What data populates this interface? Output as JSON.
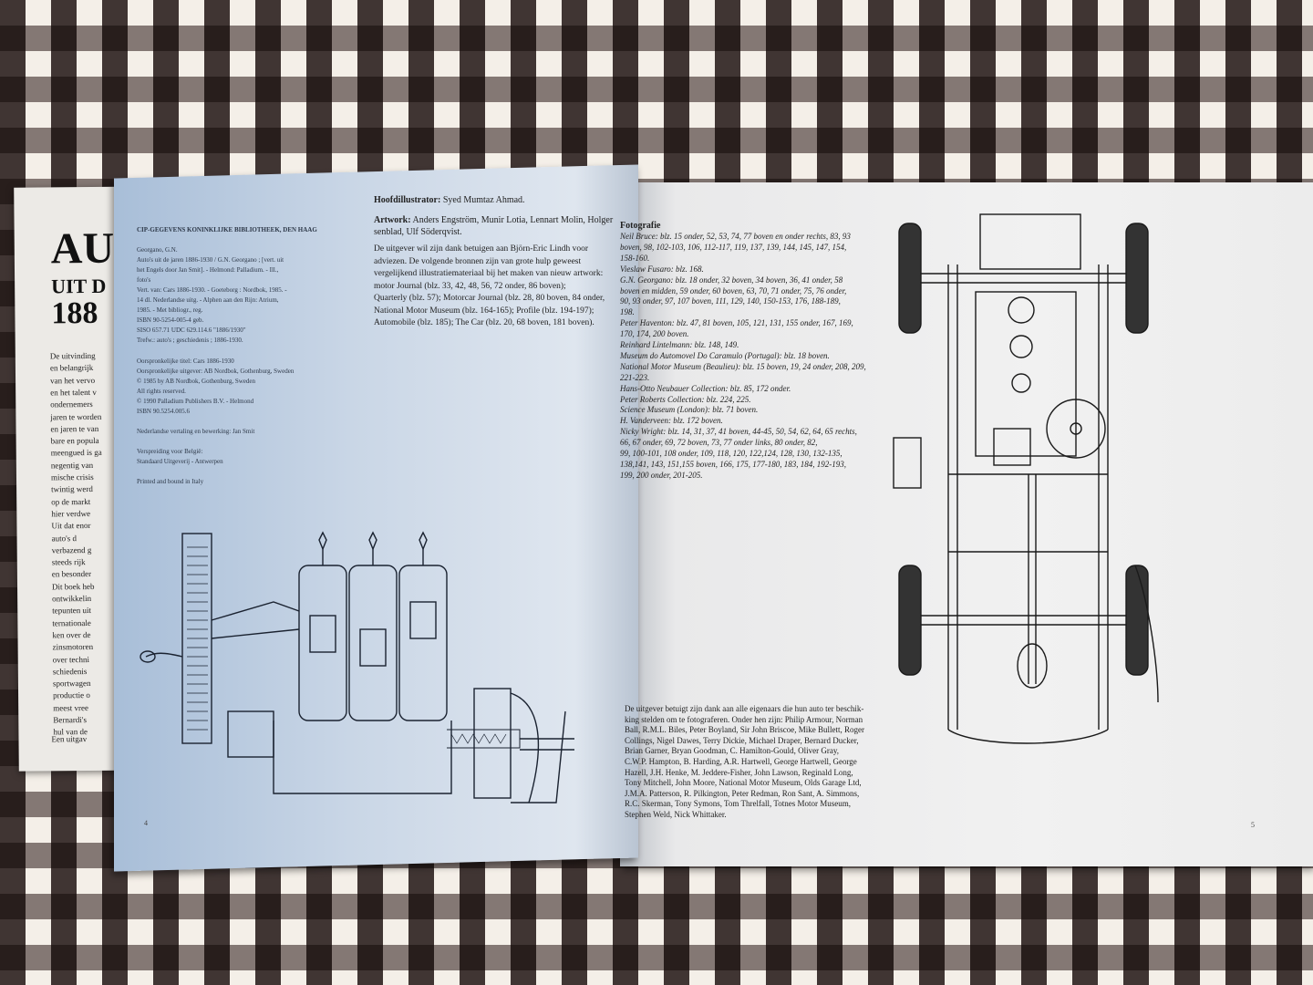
{
  "back_cover": {
    "title_line1": "AU",
    "title_line2": "UIT D",
    "title_line3": "188",
    "body_lines": [
      "De uitvinding",
      "en belangrijk",
      "van het vervo",
      "en het talent v",
      "ondernemers",
      "jaren te worden",
      "en jaren te van",
      "bare en popula",
      "meengued is ga",
      "negentig van",
      "mische crisis",
      "twintig werd",
      "op de markt",
      "hier verdwe",
      "Uit dat enor",
      "auto's d",
      "verbazend g",
      "steeds rijk",
      "en besonder",
      "Dit boek heb",
      "ontwikkelin",
      "tepunten uit",
      "ternationale",
      "ken over de",
      "zinsmotoren",
      "over techni",
      "schiedenis",
      "sportwagen",
      "productie o",
      "meest vree",
      "Bernardi's",
      "hul van de"
    ],
    "footer": "Een uitgav"
  },
  "left_page": {
    "cip_title": "CIP-GEGEVENS KONINKLIJKE BIBLIOTHEEK, DEN HAAG",
    "cip_lines": [
      "Georgano, G.N.",
      "Auto's uit de jaren 1886-1930 / G.N. Georgano ; [vert. uit",
      "het Engels door Jan Smit]. - Helmond: Palladium. - Ill.,",
      "foto's",
      "Vert. van: Cars 1886-1930. - Goeteborg : Nordbok, 1985. -",
      "14 dl. Nederlandse uitg. - Alphen aan den Rijn: Atrium,",
      "1985. - Met bibliogr., reg.",
      "ISBN 90-5254-005-4 geb.",
      "SISO 657.71 UDC 629.114.6 \"1886/1930\"",
      "Trefw.: auto's ; geschiedenis ; 1886-1930."
    ],
    "imprint_lines": [
      "Oorspronkelijke titel: Cars 1886-1930",
      "Oorspronkelijke uitgever: AB Nordbok, Gothenburg, Sweden",
      "© 1985 by AB Nordbok, Gothenburg, Sweden",
      "All rights reserved.",
      "© 1990 Palladium Publishers B.V. - Helmond",
      "ISBN 90.5254.005.6",
      "",
      "Nederlandse vertaling en bewerking: Jan Smit",
      "",
      "Verspreiding voor België:",
      "Standaard Uitgeverij - Antwerpen",
      "",
      "Printed and bound in Italy"
    ],
    "page_number": "4"
  },
  "center_column": {
    "hoofdillustrator_label": "Hoofdillustrator:",
    "hoofdillustrator_value": "Syed Mumtaz Ahmad.",
    "artwork_label": "Artwork:",
    "artwork_lines": [
      "Anders Engström, Munir Lotia, Lennart Molin, Holger",
      "senblad, Ulf Söderqvist."
    ],
    "thanks_lines": [
      "De uitgever wil zijn dank betuigen aan Björn-Eric Lindh voor",
      "adviezen. De volgende bronnen zijn van grote hulp geweest",
      "vergelijkend illustratiemateriaal bij het maken van nieuw artwork:",
      "motor Journal (blz. 33, 42, 48, 56, 72 onder, 86 boven);",
      "Quarterly (blz. 57); Motorcar Journal (blz. 28, 80 boven, 84 onder,",
      "National Motor Museum (blz. 164-165); Profile (blz. 194-197);",
      "Automobile (blz. 185); The Car (blz. 20, 68 boven, 181 boven)."
    ]
  },
  "right_page": {
    "fotografie_label": "Fotografie",
    "fotografie_lines": [
      "Neil Bruce: blz. 15 onder, 52, 53, 74, 77 boven en onder rechts, 83, 93",
      "boven, 98, 102-103, 106, 112-117, 119, 137, 139, 144, 145, 147, 154,",
      "158-160.",
      "Vieslaw Fusaro: blz. 168.",
      "G.N. Georgano: blz. 18 onder, 32 boven, 34 boven, 36, 41 onder, 58",
      "boven en midden, 59 onder, 60 boven, 63, 70, 71 onder, 75, 76 onder,",
      "90, 93 onder, 97, 107 boven, 111, 129, 140, 150-153, 176, 188-189,",
      "198.",
      "Peter Haventon: blz. 47, 81 boven, 105, 121, 131, 155 onder, 167, 169,",
      "170, 174, 200 boven.",
      "Reinhard Lintelmann: blz. 148, 149.",
      "Museum do Automovel Do Caramulo (Portugal): blz. 18 boven.",
      "National Motor Museum (Beaulieu): blz. 15 boven, 19, 24 onder, 208, 209,",
      "221-223.",
      "Hans-Otto Neubauer Collection: blz. 85, 172 onder.",
      "Peter Roberts Collection: blz. 224, 225.",
      "Science Museum (London): blz. 71 boven.",
      "H. Vanderveen: blz. 172 boven.",
      "Nicky Wright: blz. 14, 31, 37, 41 boven, 44-45, 50, 54, 62, 64, 65 rechts,",
      "66, 67 onder, 69, 72 boven, 73, 77 onder links, 80 onder, 82,",
      "99, 100-101, 108 onder, 109, 118, 120, 122,124, 128, 130, 132-135,",
      "138,141, 143, 151,155 boven, 166, 175, 177-180, 183, 184, 192-193,",
      "199, 200 onder, 201-205."
    ],
    "owners_lines": [
      "De uitgever betuigt zijn dank aan alle eigenaars die hun auto ter beschik-",
      "king stelden om te fotograferen. Onder hen zijn: Philip Armour, Norman",
      "Ball, R.M.L. Biles, Peter Boyland, Sir John Briscoe, Mike Bullett, Roger",
      "Collings, Nigel Dawes, Terry Dickie, Michael Draper, Bernard Ducker,",
      "Brian Garner, Bryan Goodman, C. Hamilton-Gould, Oliver Gray,",
      "C.W.P. Hampton, B. Harding, A.R. Hartwell, George Hartwell, George",
      "Hazell, J.H. Henke, M. Jeddere-Fisher, John Lawson, Reginald Long,",
      "Tony Mitchell, John Moore, National Motor Museum, Olds Garage Ltd,",
      "J.M.A. Patterson, R. Pilkington, Peter Redman, Ron Sant, A. Simmons,",
      "R.C. Skerman, Tony Symons, Tom Threlfall, Totnes Motor Museum,",
      "Stephen Weld, Nick Whittaker."
    ],
    "page_number": "5"
  }
}
